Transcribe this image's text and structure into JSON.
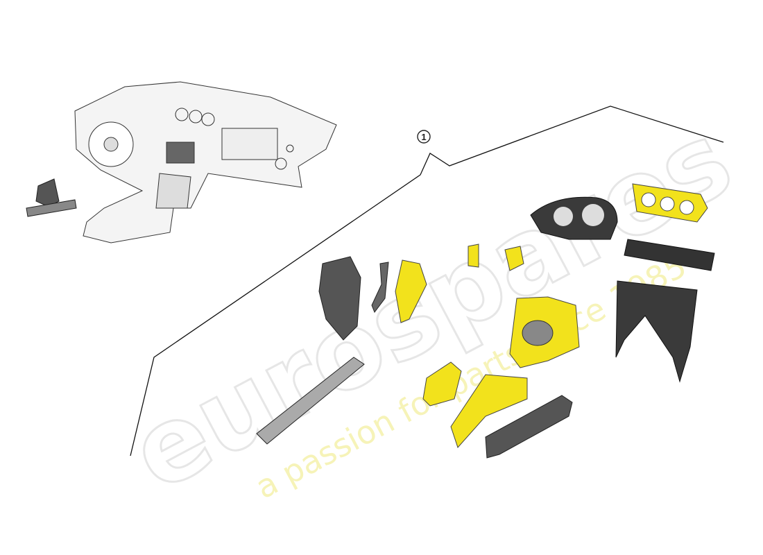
{
  "diagram": {
    "callouts": [
      {
        "label": "1"
      }
    ],
    "watermark": {
      "brand": "eurospares",
      "tagline": "a passion for parts since 1985"
    },
    "colors": {
      "trim_yellow": "#f2e21c",
      "part_dark": "#3a3a3a",
      "line": "#111111",
      "watermark_gray": "#e6e6e6",
      "watermark_yellow": "#f6f3b8"
    }
  }
}
